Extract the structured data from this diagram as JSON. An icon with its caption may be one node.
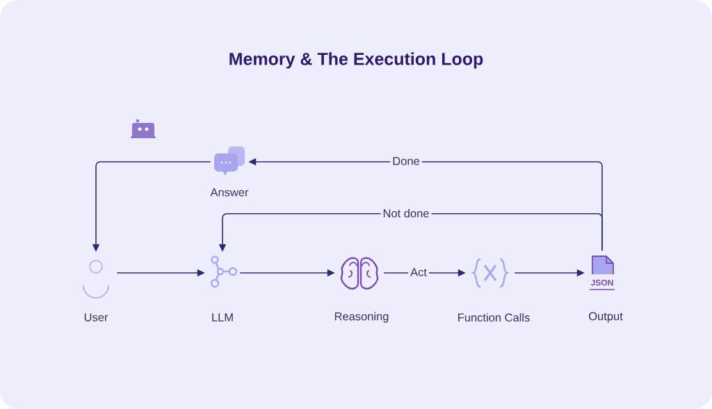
{
  "diagram": {
    "title": "Memory & The Execution Loop",
    "nodes": [
      {
        "text": [
          "Answer"
        ]
      },
      {
        "text": [
          "User"
        ]
      },
      {
        "text": [
          "LLM"
        ]
      },
      {
        "text": [
          "Reasoning"
        ]
      },
      {
        "text": [
          "Function Calls"
        ]
      },
      {
        "text": [
          "Output"
        ]
      }
    ],
    "edges": [
      {
        "from": 0,
        "to": 1,
        "arrow": "to"
      },
      {
        "from": 1,
        "to": 2,
        "arrow": "to"
      },
      {
        "from": 2,
        "to": 3,
        "arrow": "to"
      },
      {
        "from": 3,
        "to": 4,
        "arrow": "to",
        "label": "Act"
      },
      {
        "from": 4,
        "to": 5,
        "arrow": "to"
      },
      {
        "from": 5,
        "to": 0,
        "arrow": "to",
        "label": "Done"
      },
      {
        "from": 5,
        "to": 2,
        "arrow": "to",
        "label": "Not done"
      }
    ],
    "labels": [
      "JSON"
    ]
  }
}
